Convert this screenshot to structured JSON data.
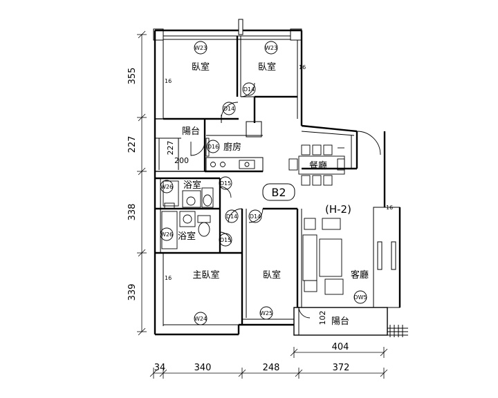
{
  "unit_label": "B2",
  "type_label": "(H-2)",
  "rooms": {
    "bedroom_nw": "臥室",
    "bedroom_ne": "臥室",
    "balcony_w": "陽台",
    "kitchen": "廚房",
    "dining": "餐廳",
    "bath_upper": "浴室",
    "bath_lower": "浴室",
    "master_bedroom": "主臥室",
    "bedroom_s": "臥室",
    "living": "客廳",
    "balcony_s": "陽台"
  },
  "tags": {
    "w23_a": "W23",
    "w23_b": "W23",
    "d14_a": "D14",
    "d14_b": "D14",
    "d16": "D16",
    "d15_a": "D15",
    "d15_b": "D15",
    "d14_c": "D14",
    "d14_d": "D14",
    "w26_a": "W26",
    "w26_b": "W26",
    "w24": "W24",
    "w25": "W25",
    "dw5": "DW5"
  },
  "small_marks": {
    "m16_a": "16",
    "m16_b": "16",
    "m16_c": "16",
    "m16_d": "16",
    "m227": "227",
    "m200": "200",
    "m102": "102"
  },
  "dims_left": [
    "355",
    "227",
    "338",
    "339"
  ],
  "dims_bottom": [
    "34",
    "340",
    "248",
    "372"
  ],
  "dim_balcony": "404"
}
